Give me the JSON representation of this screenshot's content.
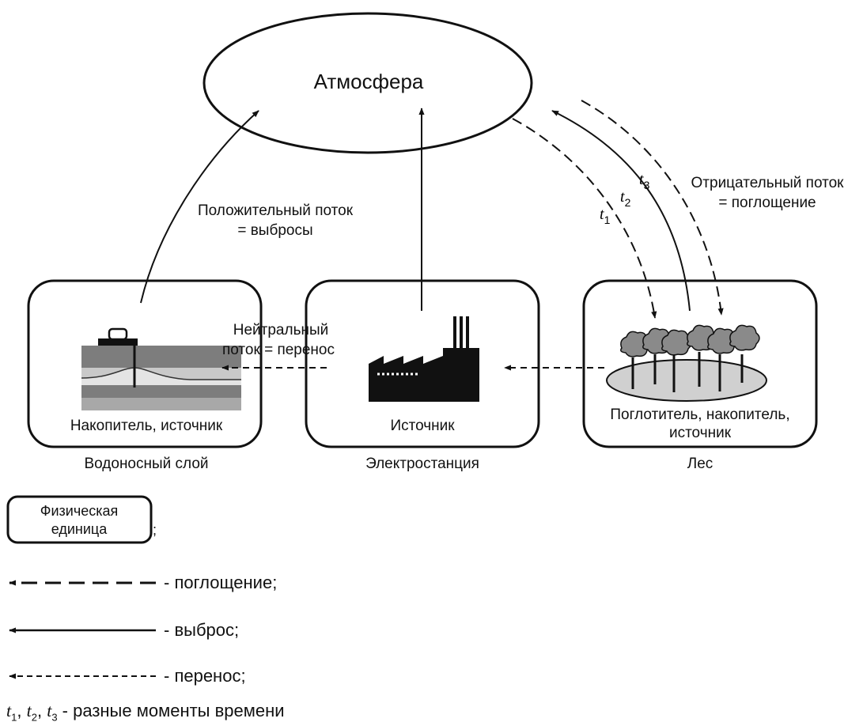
{
  "diagram": {
    "atmosphere": "Атмосфера",
    "positive_flow": [
      "Положительный поток",
      "= выбросы"
    ],
    "negative_flow": [
      "Отрицательный поток",
      "= поглощение"
    ],
    "neutral_flow": [
      "Нейтральный",
      "поток = перенос"
    ],
    "time_labels": [
      "t",
      "t",
      "t"
    ],
    "time_subscripts": [
      "1",
      "2",
      "3"
    ],
    "boxes": [
      {
        "label": "Накопитель, источник",
        "caption": "Водоносный слой"
      },
      {
        "label": "Источник",
        "caption": "Электростанция"
      },
      {
        "label": [
          "Поглотитель, накопитель,",
          "источник"
        ],
        "caption": "Лес"
      }
    ]
  },
  "legend": {
    "unit_box": [
      "Физическая",
      "единица"
    ],
    "unit_suffix": ";",
    "absorption": "- поглощение;",
    "emission": "- выброс;",
    "transfer": "- перенос;",
    "time_note": {
      "t1": "t",
      "s1": "1",
      "sep1": ", ",
      "t2": "t",
      "s2": "2",
      "sep2": ", ",
      "t3": "t",
      "s3": "3",
      "text": " - разные моменты времени"
    }
  },
  "colors": {
    "ink": "#111111",
    "ground": "#7d7d7d",
    "ground_light": "#c9c9c9",
    "forest_floor": "#d0d0d0",
    "tree": "#8a8a8a"
  }
}
